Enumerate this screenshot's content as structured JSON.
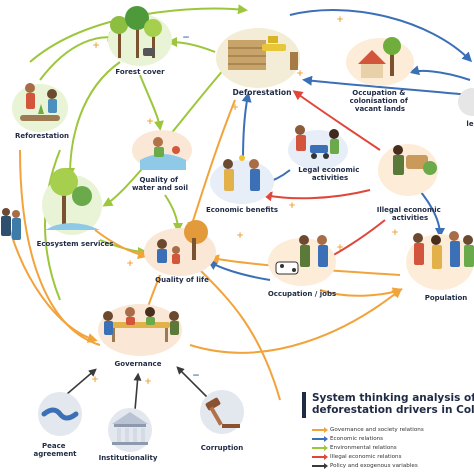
{
  "nodes": {
    "forest_cover": "Forest cover",
    "deforestation": "Deforestation",
    "occupation": "Occupation & colonisation of vacant lands",
    "reforestation": "Reforestation",
    "quality_water_soil": "Quality of water and soil",
    "legal_activities": "Legal economic activities",
    "economic_benefits": "Economic benefits",
    "illegal_activities": "Illegal economic activities",
    "ecosystem_services": "Ecosystem services",
    "quality_of_life": "Quality of life",
    "occupation_jobs": "Occupation / jobs",
    "population": "Population",
    "governance": "Governance",
    "peace_agreement": "Peace agreement",
    "institutionality": "Institutionality",
    "corruption": "Corruption",
    "partial_right": "le"
  },
  "legend": {
    "title_line1": "System thinking analysis of",
    "title_line2": "deforestation drivers in Colom",
    "items": [
      {
        "label": "Governance and society relations",
        "color": "#f2a33a"
      },
      {
        "label": "Economic relations",
        "color": "#3b6fb6"
      },
      {
        "label": "Environmental relations",
        "color": "#9cc63b"
      },
      {
        "label": "Illegal economic relations",
        "color": "#e0463a"
      },
      {
        "label": "Policy and exogenous variables",
        "color": "#3a3a3a"
      }
    ]
  },
  "colors": {
    "governance": "#f2a33a",
    "economic": "#3b6fb6",
    "environmental": "#9cc63b",
    "illegal": "#e0463a",
    "policy": "#3a3a3a",
    "positive_sign": "#f2a33a",
    "negative_sign": "#3b6fb6"
  },
  "signs": {
    "plus": "+",
    "minus": "−"
  }
}
